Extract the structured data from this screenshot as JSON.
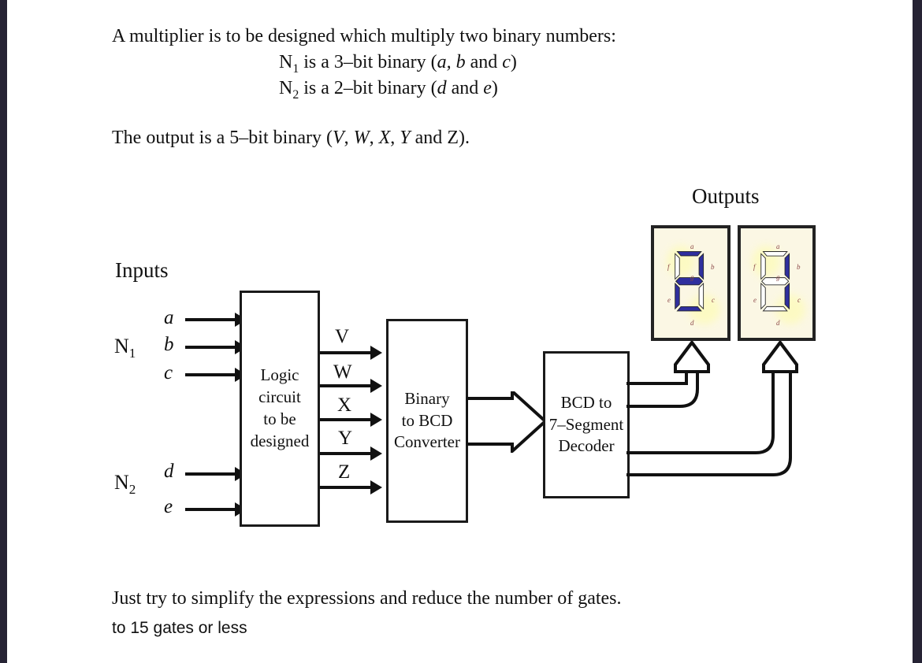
{
  "document": {
    "intro": {
      "line1": "A multiplier is to be designed which multiply two binary numbers:",
      "line2_prefix": "N",
      "line2_sub": "1",
      "line2_rest": " is a 3–bit binary (",
      "line2_vars": "a, b",
      "line2_and": " and ",
      "line2_var3": "c",
      "line2_close": ")",
      "line3_prefix": "N",
      "line3_sub": "2",
      "line3_rest": " is a 2–bit binary (",
      "line3_var1": "d",
      "line3_and": " and ",
      "line3_var2": "e",
      "line3_close": ")",
      "line4_a": "The output is a 5–bit binary (",
      "line4_v": "V",
      "line4_c1": ", ",
      "line4_w": "W",
      "line4_c2": ", ",
      "line4_x": "X",
      "line4_c3": ", ",
      "line4_y": "Y",
      "line4_and": " and ",
      "line4_z": "Z",
      "line4_close": ")."
    },
    "footer": {
      "line1": "Just try to simplify the expressions and reduce the number of gates.",
      "line2": "to 15 gates or less"
    }
  },
  "diagram": {
    "inputs_caption": "Inputs",
    "outputs_caption": "Outputs",
    "input_groups": [
      {
        "name": "N",
        "sub": "1",
        "pins": [
          "a",
          "b",
          "c"
        ]
      },
      {
        "name": "N",
        "sub": "2",
        "pins": [
          "d",
          "e"
        ]
      }
    ],
    "signals": [
      "V",
      "W",
      "X",
      "Y",
      "Z"
    ],
    "blocks": [
      {
        "id": "logic-circuit",
        "lines": [
          "Logic",
          "circuit",
          "to be",
          "designed"
        ]
      },
      {
        "id": "binary-to-bcd",
        "lines": [
          "Binary",
          "to BCD",
          "Converter"
        ]
      },
      {
        "id": "bcd-decoder",
        "lines": [
          "BCD to",
          "7–Segment",
          "Decoder"
        ]
      }
    ],
    "displays": [
      {
        "id": "display-tens",
        "value": "2",
        "segment_labels": [
          "a",
          "b",
          "c",
          "d",
          "e",
          "f",
          "g"
        ],
        "lit_segments": [
          "a",
          "b",
          "g",
          "e",
          "d"
        ]
      },
      {
        "id": "display-ones",
        "value": "1",
        "segment_labels": [
          "a",
          "b",
          "c",
          "d",
          "e",
          "f",
          "g"
        ],
        "lit_segments": [
          "b",
          "c"
        ]
      }
    ],
    "colors": {
      "segment_on": "#2f2f9e",
      "segment_off": "#ffffff",
      "segment_outline": "#2a2a2a",
      "display_background": "#fbf7e4",
      "segment_label": "#8d4a4a",
      "line": "#111111",
      "frame": "#262334"
    }
  }
}
